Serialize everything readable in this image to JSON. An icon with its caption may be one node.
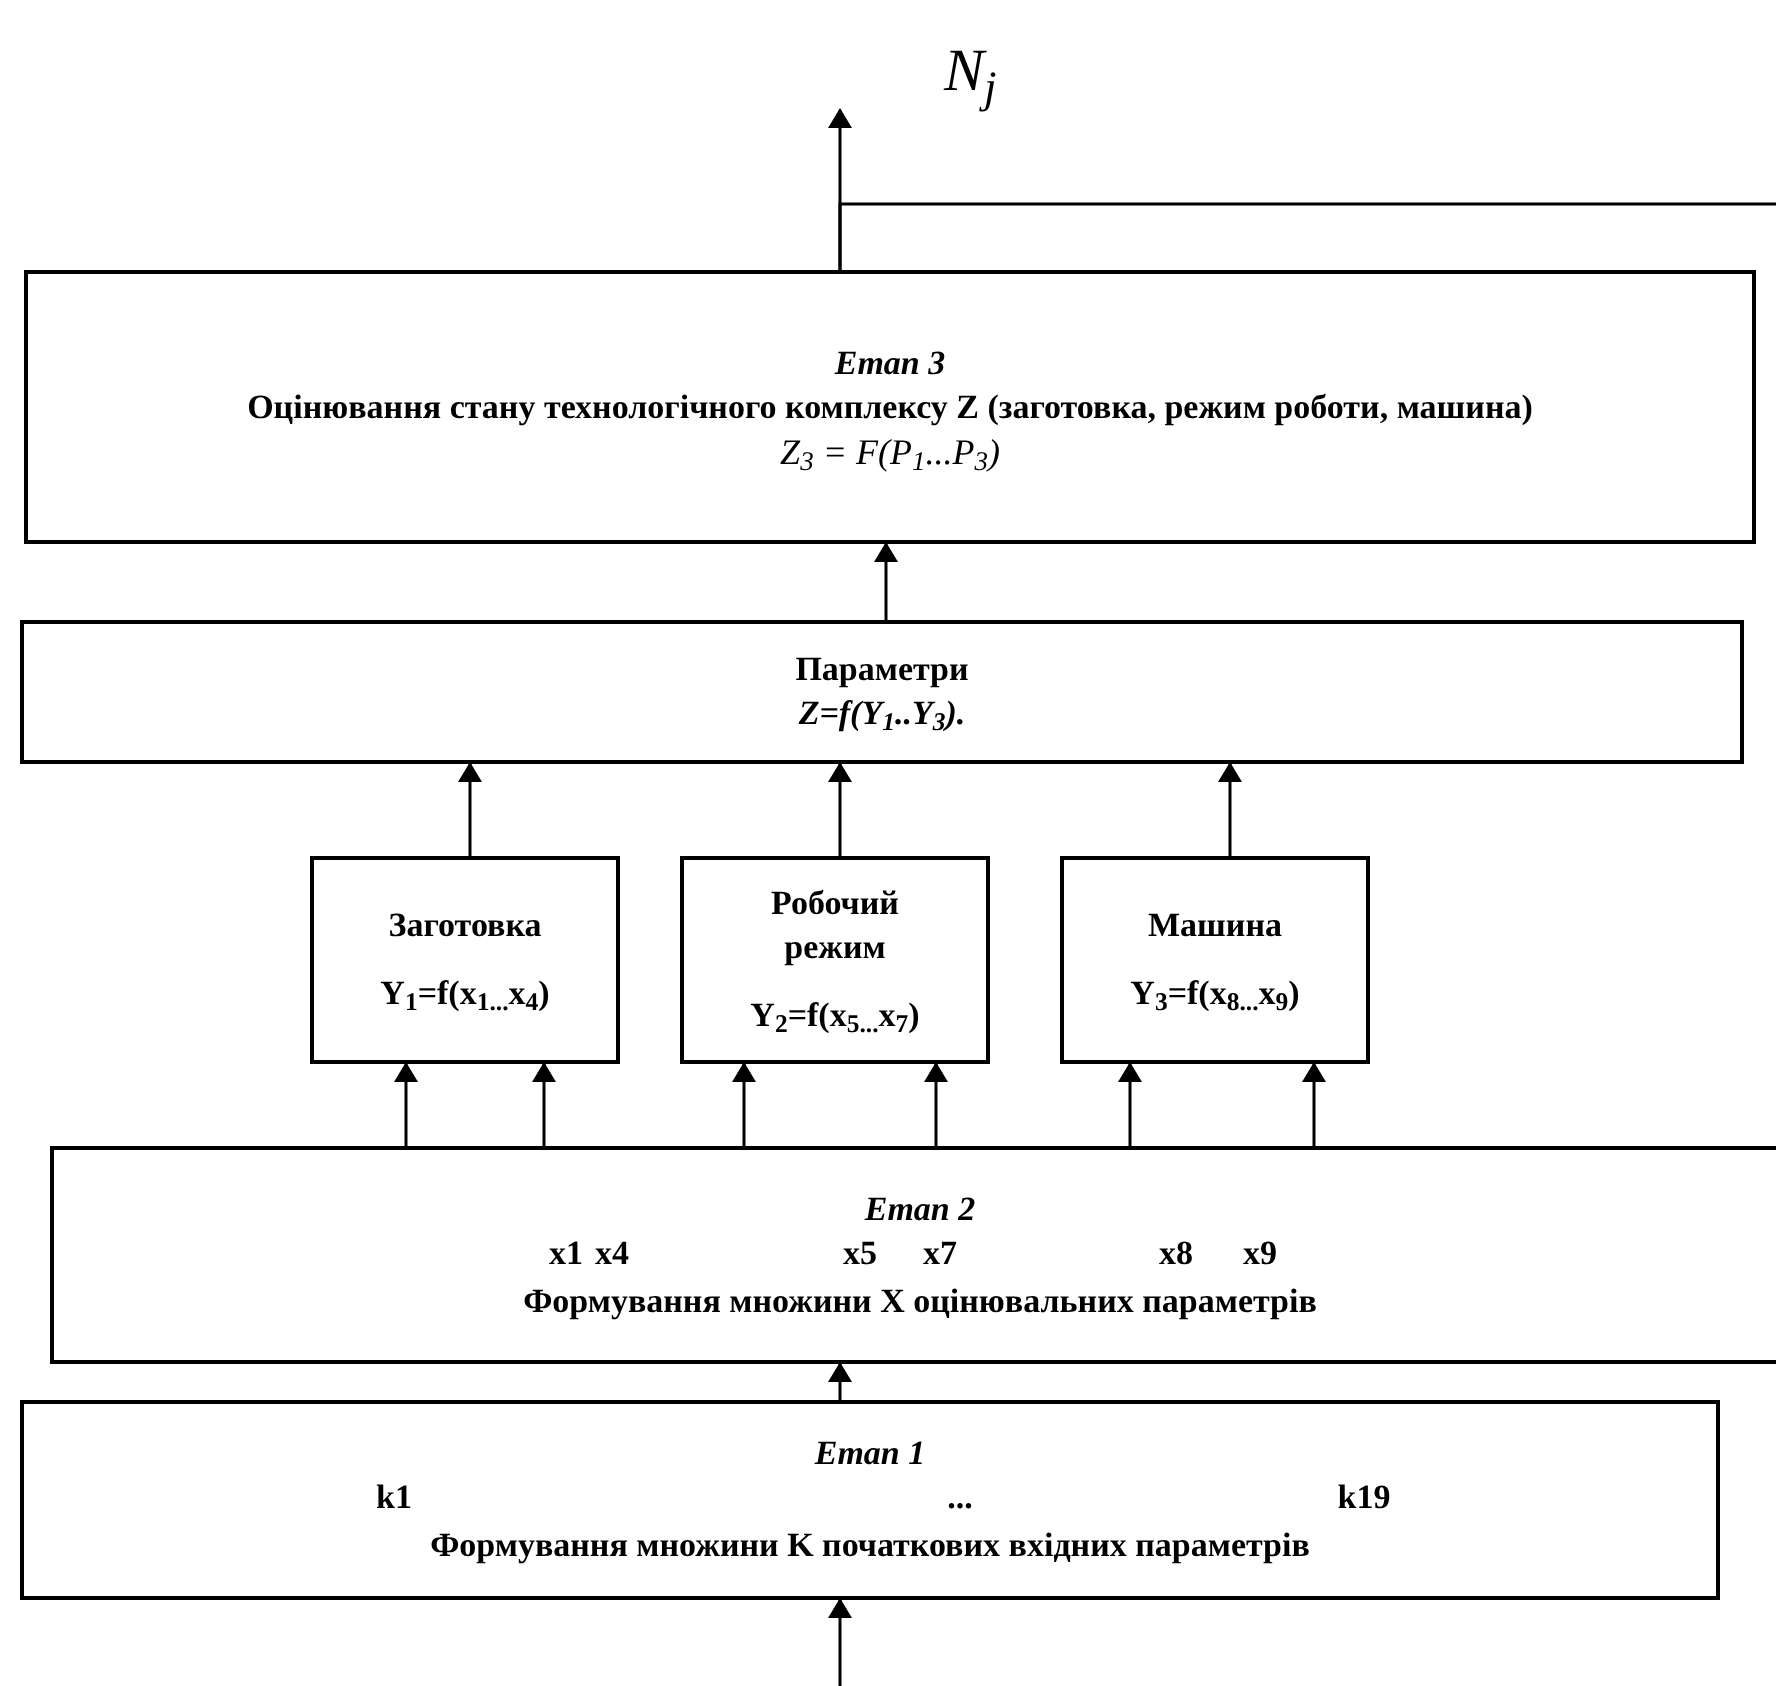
{
  "diagram": {
    "nodes": [
      {
        "text": [
          "Етап 3",
          "Оцінювання стану технологічного комплексу Z (заготовка, режим роботи, машина)",
          "Z$_{3}$ = F(P$_{1}$...P$_{3}$)"
        ]
      },
      {
        "text": [
          "Параметри",
          "Z=f(Y$_{1}$..Y$_{3}$)."
        ]
      },
      {
        "text": [
          "Заготовка",
          "Y$_{1}$=f(x$_{1...}$x$_{4}$)"
        ]
      },
      {
        "text": [
          "Робочий режим",
          "Y$_{2}$=f(x$_{5...}$x$_{7}$)"
        ]
      },
      {
        "text": [
          "Машина",
          "Y$_{3}$=f(x$_{8...}$x$_{9}$)"
        ]
      },
      {
        "text": [
          "Етап 2",
          "x1",
          "x4",
          "x5",
          "x7",
          "x8",
          "x9",
          "Формування множини X оцінювальних параметрів"
        ]
      },
      {
        "text": [
          "Етап 1",
          "k1",
          "...",
          "k19",
          "Формування множини K початкових вхідних параметрів"
        ]
      }
    ],
    "edges": [
      {
        "from": 0,
        "to": null,
        "arrow": "to"
      },
      {
        "from": 0,
        "to": null,
        "arrow": "none"
      },
      {
        "from": 1,
        "to": 0,
        "arrow": "to"
      },
      {
        "from": 2,
        "to": 1,
        "arrow": "to"
      },
      {
        "from": 3,
        "to": 1,
        "arrow": "to"
      },
      {
        "from": 4,
        "to": 1,
        "arrow": "to"
      },
      {
        "from": 5,
        "to": 2,
        "arrow": "to"
      },
      {
        "from": 5,
        "to": 2,
        "arrow": "to"
      },
      {
        "from": 5,
        "to": 3,
        "arrow": "to"
      },
      {
        "from": 5,
        "to": 3,
        "arrow": "to"
      },
      {
        "from": 5,
        "to": 4,
        "arrow": "to"
      },
      {
        "from": 5,
        "to": 4,
        "arrow": "to"
      },
      {
        "from": 6,
        "to": 5,
        "arrow": "to"
      },
      {
        "from": null,
        "to": 6,
        "arrow": "to"
      }
    ],
    "labels": [
      "N$_{j}$"
    ]
  }
}
